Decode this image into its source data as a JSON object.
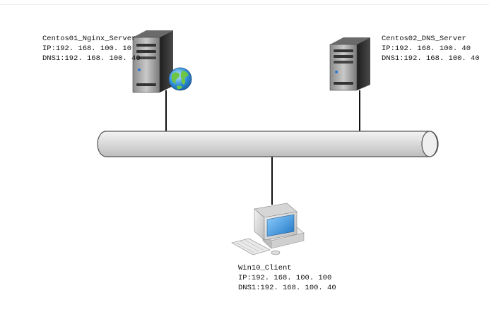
{
  "nodes": {
    "nginx": {
      "name": "Centos01_Nginx_Server",
      "ip": "IP:192. 168. 100. 10",
      "dns": "DNS1:192. 168. 100. 40",
      "icon": "server-with-globe-icon"
    },
    "dns": {
      "name": "Centos02_DNS_Server",
      "ip": "IP:192. 168. 100. 40",
      "dns": "DNS1:192. 168. 100. 40",
      "icon": "server-icon"
    },
    "client": {
      "name": "Win10_Client",
      "ip": "IP:192. 168. 100. 100",
      "dns": "DNS1:192. 168. 100. 40",
      "icon": "desktop-computer-icon"
    }
  },
  "colors": {
    "bus_fill": "#dcdcdc",
    "bus_stroke": "#555555",
    "link": "#111111",
    "server_body": "#3a3a3a",
    "monitor_screen": "#3a9ad9"
  }
}
